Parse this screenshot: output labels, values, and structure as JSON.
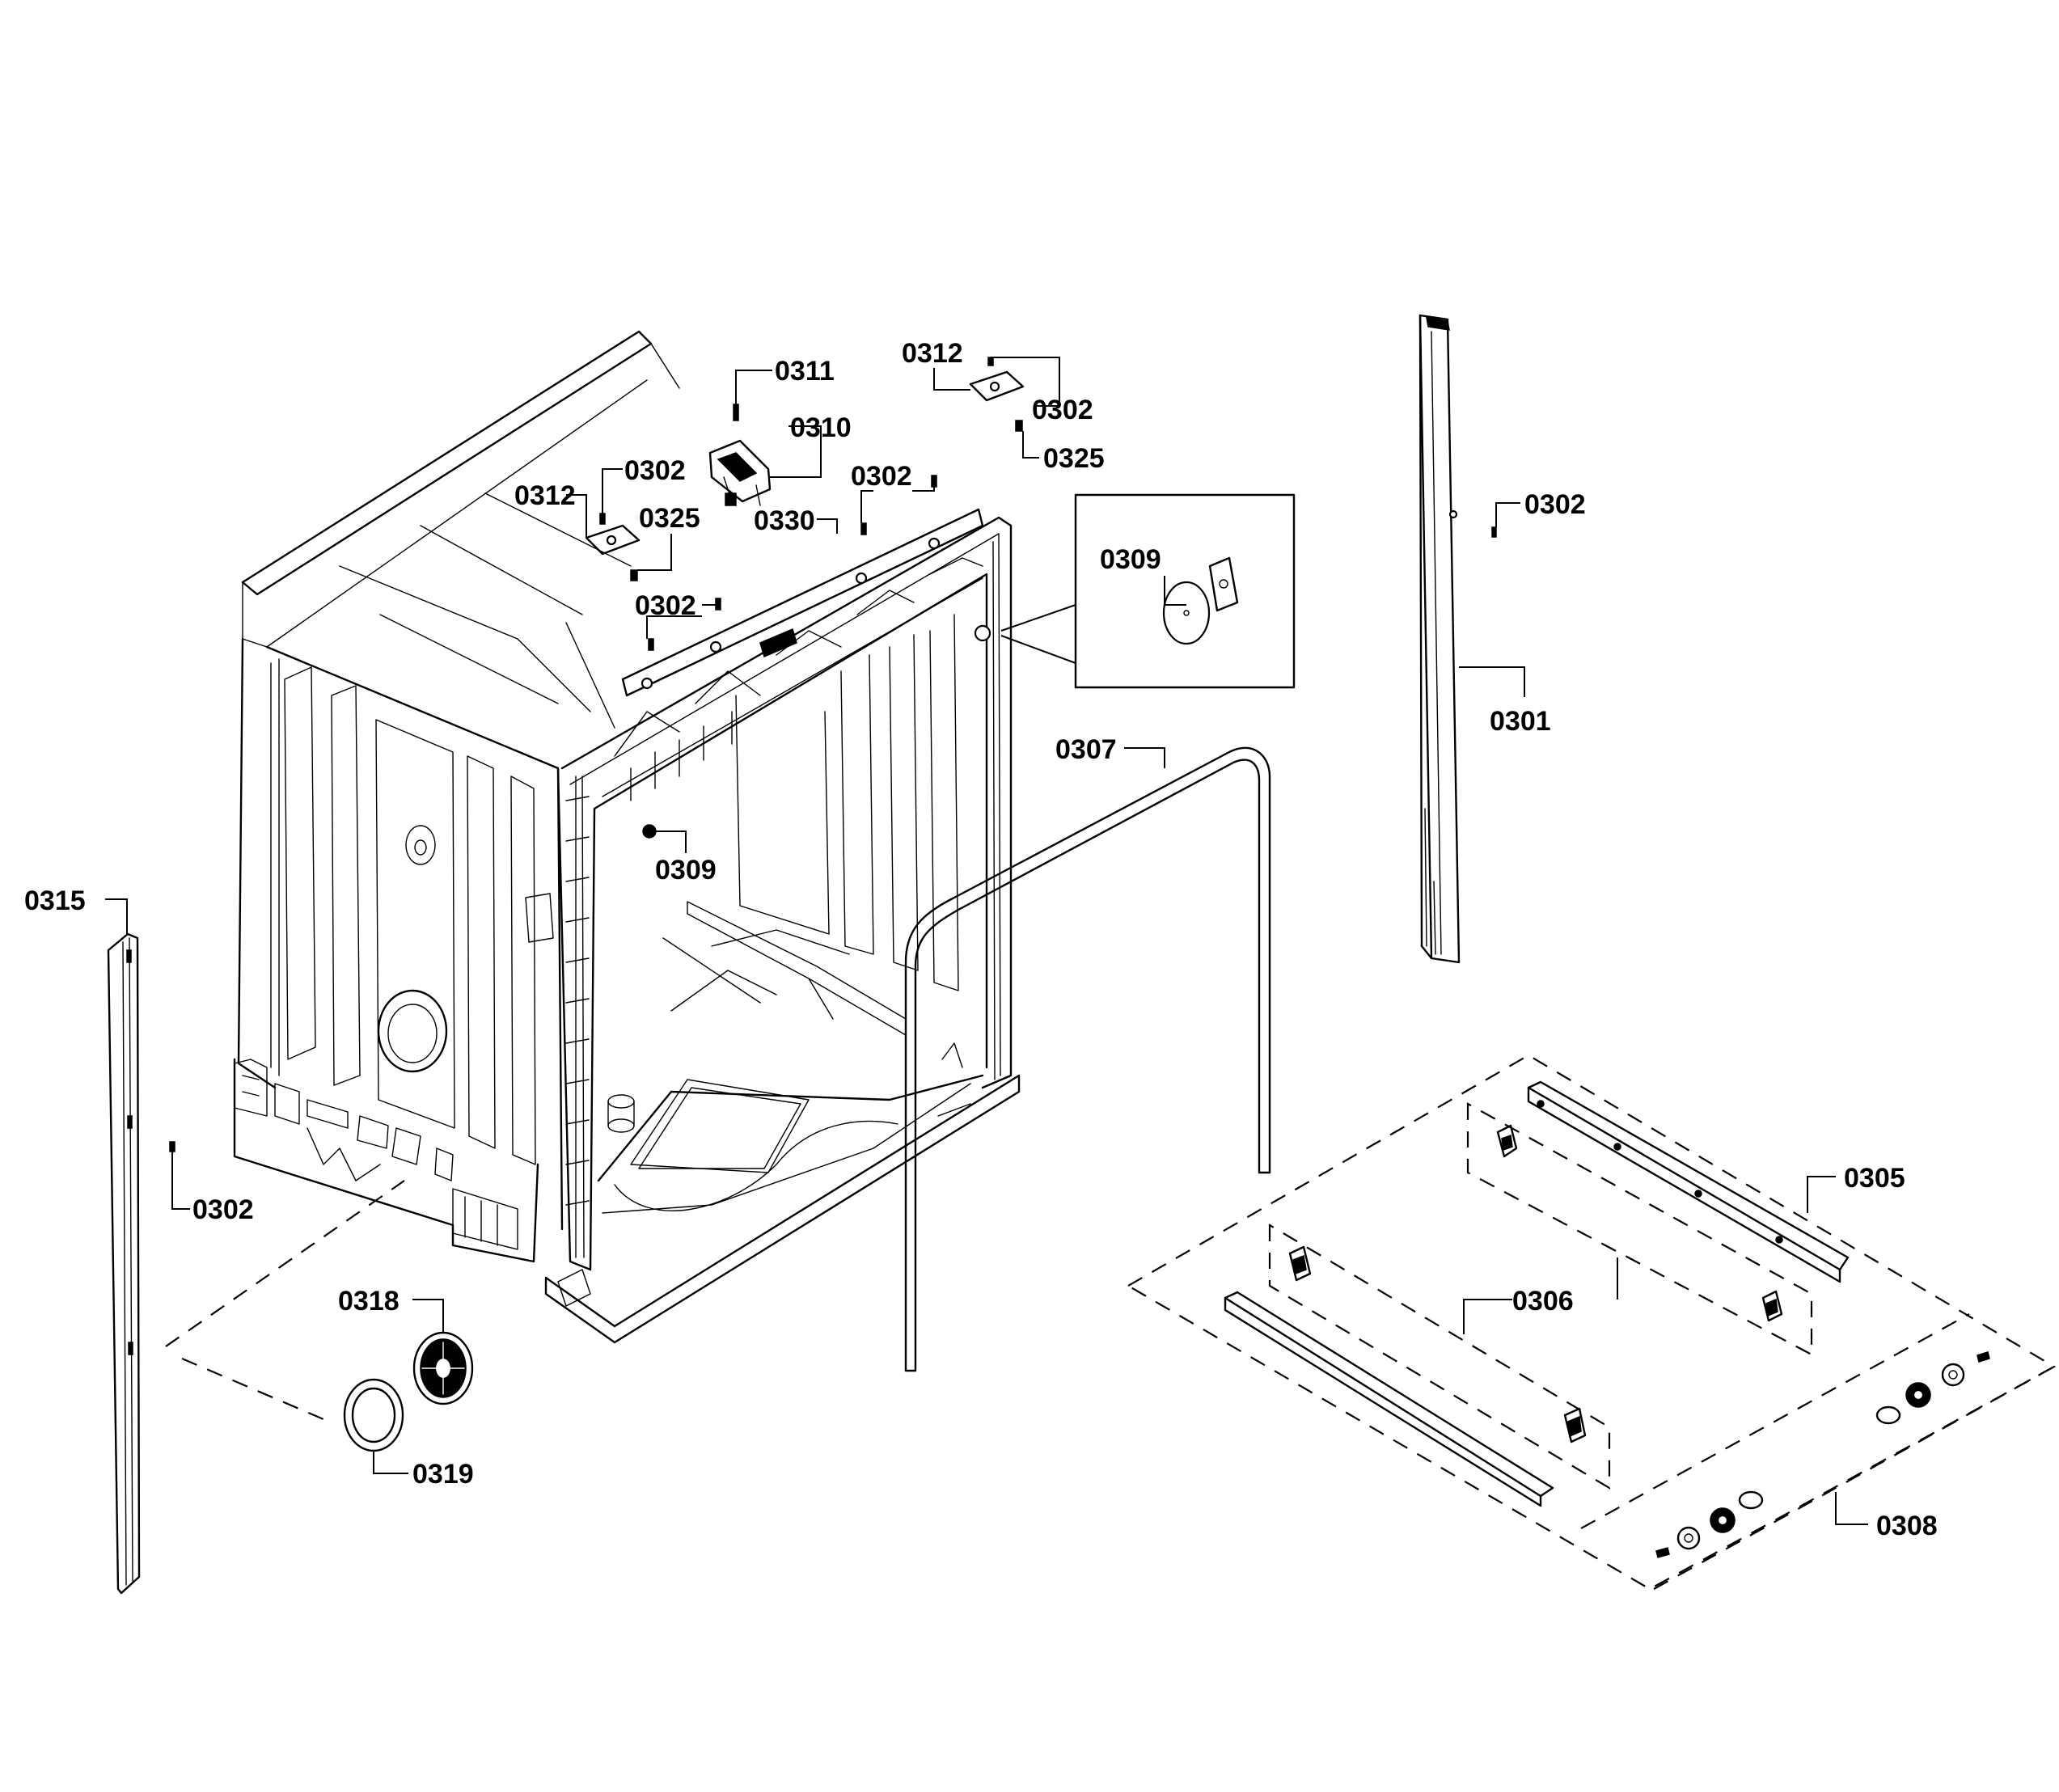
{
  "callouts": [
    {
      "id": "c-0311",
      "text": "0311"
    },
    {
      "id": "c-0310",
      "text": "0310"
    },
    {
      "id": "c-0312-top",
      "text": "0312"
    },
    {
      "id": "c-0302-top",
      "text": "0302"
    },
    {
      "id": "c-0325-top",
      "text": "0325"
    },
    {
      "id": "c-0312-left",
      "text": "0312"
    },
    {
      "id": "c-0302-left",
      "text": "0302"
    },
    {
      "id": "c-0325-left",
      "text": "0325"
    },
    {
      "id": "c-0302-mid",
      "text": "0302"
    },
    {
      "id": "c-0330",
      "text": "0330"
    },
    {
      "id": "c-0302-low",
      "text": "0302"
    },
    {
      "id": "c-0309-box",
      "text": "0309"
    },
    {
      "id": "c-0309-tub",
      "text": "0309"
    },
    {
      "id": "c-0307",
      "text": "0307"
    },
    {
      "id": "c-0302-right",
      "text": "0302"
    },
    {
      "id": "c-0301",
      "text": "0301"
    },
    {
      "id": "c-0315",
      "text": "0315"
    },
    {
      "id": "c-0302-side",
      "text": "0302"
    },
    {
      "id": "c-0318",
      "text": "0318"
    },
    {
      "id": "c-0319",
      "text": "0319"
    },
    {
      "id": "c-0305",
      "text": "0305"
    },
    {
      "id": "c-0306",
      "text": "0306"
    },
    {
      "id": "c-0308",
      "text": "0308"
    }
  ]
}
